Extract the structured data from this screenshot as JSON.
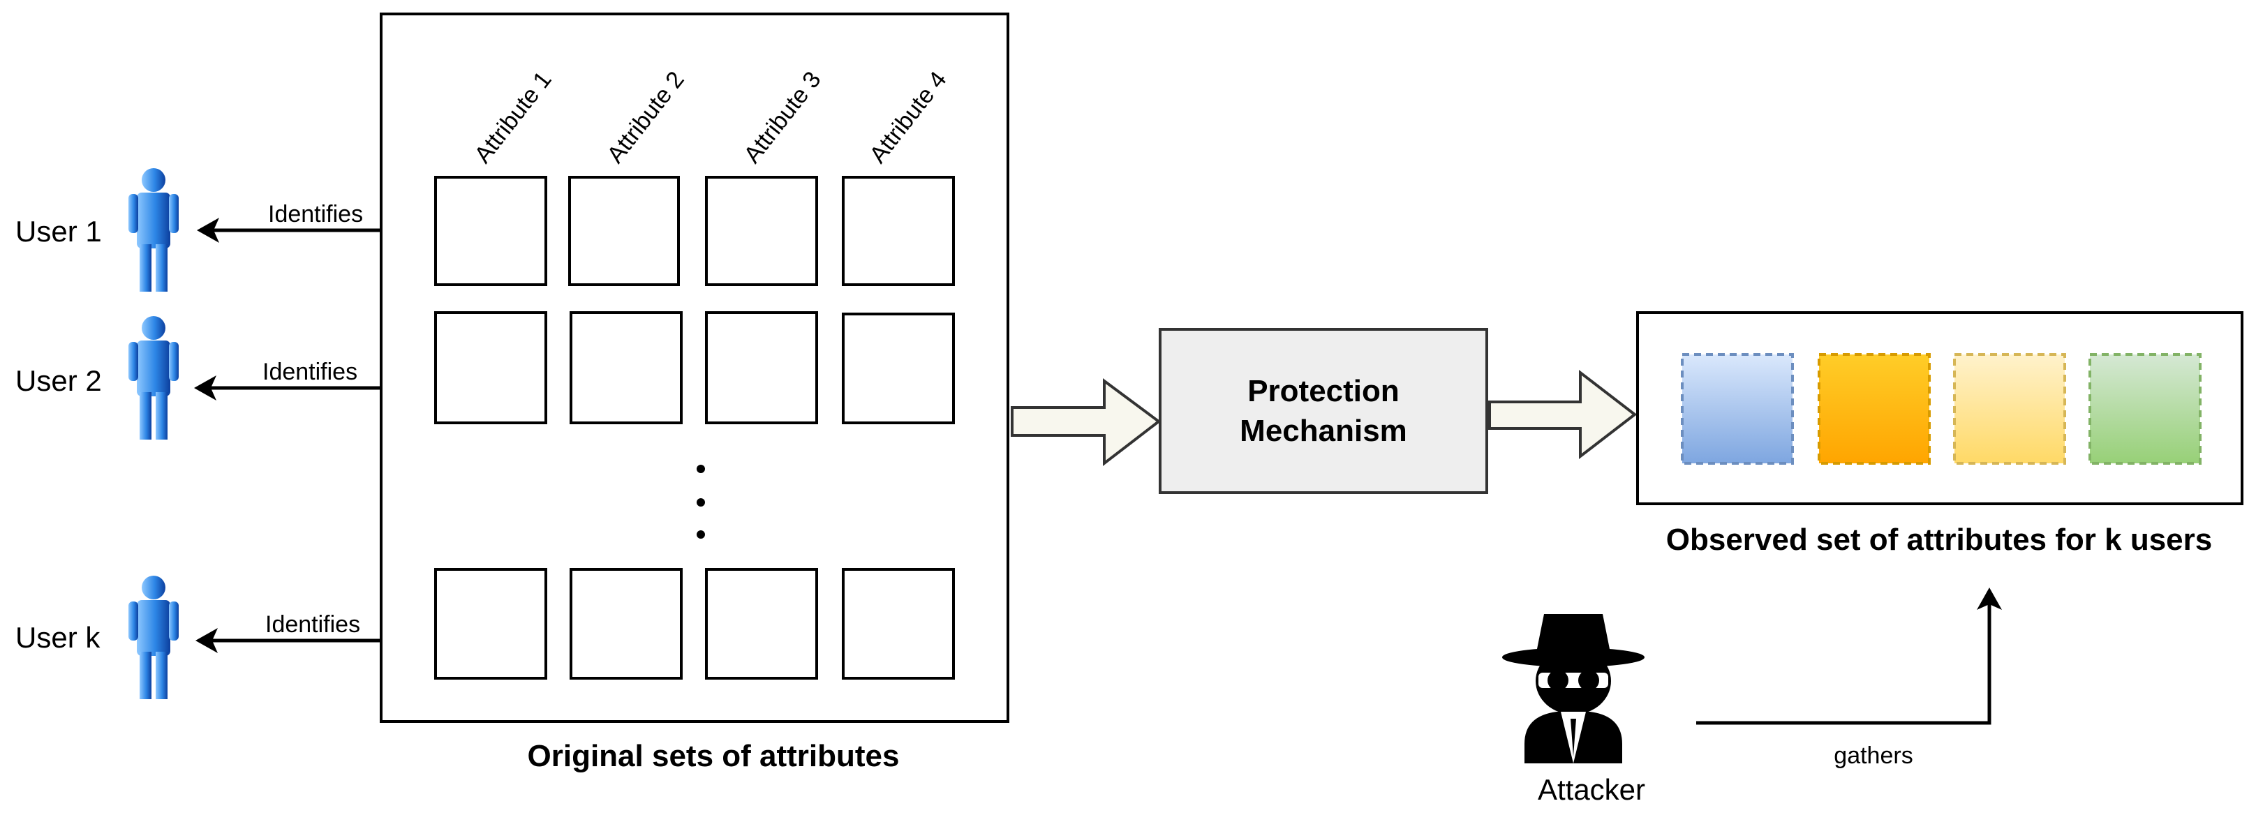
{
  "users": [
    {
      "label": "User 1",
      "edge_label": "Identifies"
    },
    {
      "label": "User 2",
      "edge_label": "Identifies"
    },
    {
      "label": "User k",
      "edge_label": "Identifies"
    }
  ],
  "attributes": [
    "Attribute 1",
    "Attribute 2",
    "Attribute 3",
    "Attribute 4"
  ],
  "original_caption": "Original sets of attributes",
  "ellipsis": ":",
  "protection": {
    "line1": "Protection",
    "line2": "Mechanism"
  },
  "observed": {
    "caption": "Observed set of attributes for k users",
    "colors": [
      "#7ea6e0",
      "#ffa500",
      "#ffd966",
      "#97d077"
    ]
  },
  "attacker": {
    "label": "Attacker",
    "edge_label": "gathers"
  },
  "icons": {
    "user": "user-icon",
    "attacker": "attacker-icon"
  },
  "colors": {
    "user_blue": "#1f6fd6",
    "protection_fill": "#eeeeee",
    "arrow_fill": "#f8f7ee"
  }
}
